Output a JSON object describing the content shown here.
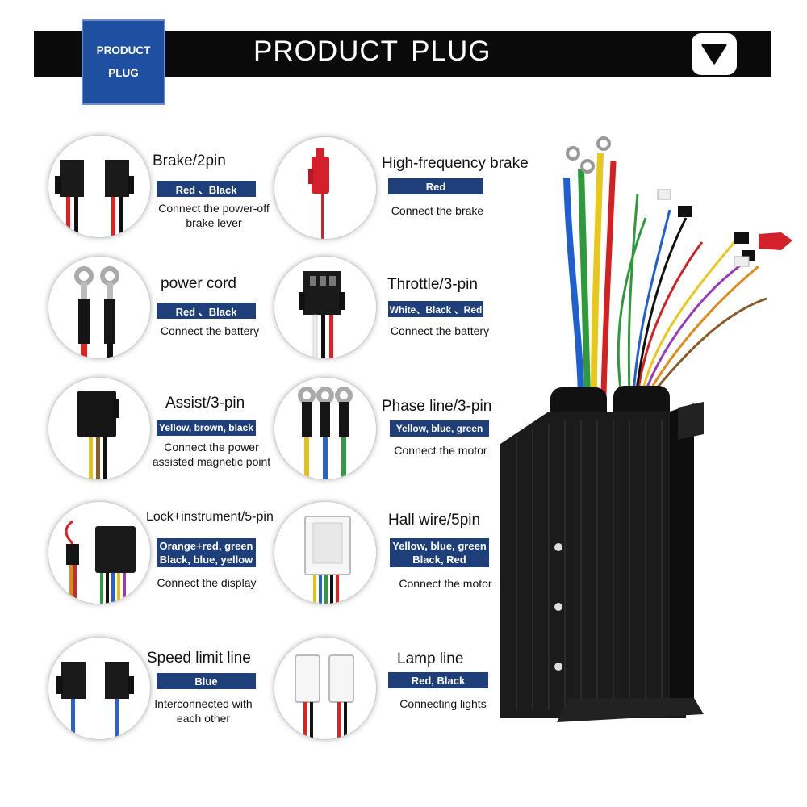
{
  "header": {
    "badge_line1": "PRODUCT",
    "badge_line2": "PLUG",
    "title": "PRODUCT  PLUG",
    "down_icon": "down-triangle-icon"
  },
  "plugs": [
    {
      "title": "Brake/2pin",
      "wires": "Red 、Black",
      "desc_line1": "Connect the power-off",
      "desc_line2": "brake lever",
      "icon": "two-pin-connector-icon"
    },
    {
      "title": "High-frequency brake",
      "wires": "Red",
      "desc_line1": "Connect the brake",
      "icon": "red-single-pin-icon"
    },
    {
      "title": "power cord",
      "wires": "Red 、Black",
      "desc_line1": "Connect the battery",
      "icon": "ring-terminal-pair-icon"
    },
    {
      "title": "Throttle/3-pin",
      "wires": "White、Black 、Red",
      "desc_line1": "Connect the battery",
      "icon": "three-pin-connector-icon"
    },
    {
      "title": "Assist/3-pin",
      "wires": "Yellow, brown, black",
      "desc_line1": "Connect the power",
      "desc_line2": "assisted magnetic point",
      "icon": "black-3pin-plug-icon"
    },
    {
      "title": "Phase line/3-pin",
      "wires": "Yellow, blue, green",
      "desc_line1": "Connect the motor",
      "icon": "three-ring-terminal-icon"
    },
    {
      "title": "Lock+instrument/5-pin",
      "wires_line1": "Orange+red, green",
      "wires_line2": "Black, blue, yellow",
      "desc_line1": "Connect the display",
      "icon": "lock-instrument-plug-icon"
    },
    {
      "title": "Hall wire/5pin",
      "wires_line1": "Yellow, blue, green",
      "wires_line2": "Black, Red",
      "desc_line1": "Connect the motor",
      "icon": "white-5pin-plug-icon"
    },
    {
      "title": "Speed limit line",
      "wires": "Blue",
      "desc_line1": "Interconnected with",
      "desc_line2": "each other",
      "icon": "speed-limit-connector-icon"
    },
    {
      "title": "Lamp line",
      "wires": "Red, Black",
      "desc_line1": "Connecting lights",
      "icon": "white-2pin-plug-icon"
    }
  ],
  "colors": {
    "bar": "#0a0a0a",
    "badge": "#1f4fa0",
    "tag": "#1f3f7a"
  }
}
